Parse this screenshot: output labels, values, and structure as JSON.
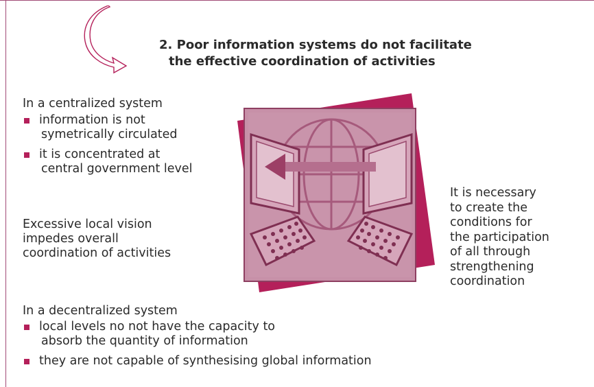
{
  "title": {
    "line1": "2. Poor information systems do not facilitate",
    "line2": "the effective coordination of activities"
  },
  "centralized": {
    "heading": "In a centralized system",
    "bullets": [
      {
        "line1": "information is not",
        "line2": "symetrically circulated"
      },
      {
        "line1": "it is concentrated at",
        "line2": "central government level"
      }
    ]
  },
  "local_vision": {
    "line1": "Excessive local vision",
    "line2": "impedes overall",
    "line3": "coordination of activities"
  },
  "decentralized": {
    "heading": "In a decentralized system",
    "bullets": [
      {
        "line1": "local levels no not have the capacity to",
        "line2": "absorb the quantity of information"
      },
      {
        "line1": "they are not capable of synthesising global information",
        "line2": ""
      }
    ]
  },
  "conclusion": {
    "lines": [
      "It is necessary",
      "to create the",
      "conditions for",
      "the participation",
      "of all through",
      "strengthening",
      "coordination"
    ]
  },
  "colors": {
    "accent": "#b4205a",
    "illustration_bg": "#c790a8",
    "frame": "#a14a76"
  },
  "icons": {
    "curved_arrow": "curved-arrow-icon",
    "illustration": "globe-computers-illustration"
  }
}
